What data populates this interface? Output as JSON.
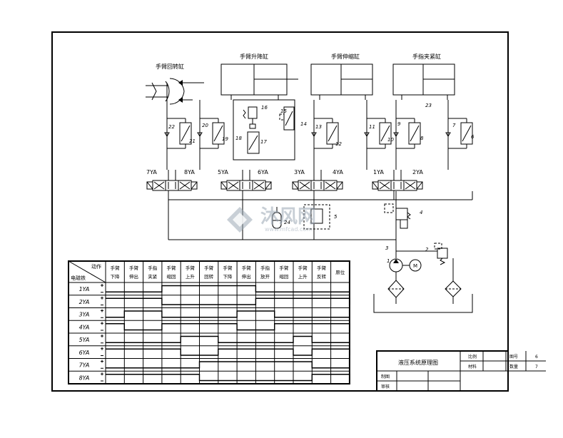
{
  "diagram": {
    "cylinders": [
      {
        "label": "手臂升降缸"
      },
      {
        "label": "手臂伸缩缸"
      },
      {
        "label": "手指夹紧缸"
      }
    ],
    "rotary_actuator": {
      "label": "手臂回转缸"
    },
    "solenoids": [
      "7YA",
      "8YA",
      "5YA",
      "6YA",
      "3YA",
      "4YA",
      "1YA",
      "2YA"
    ],
    "component_numbers": [
      "1",
      "2",
      "3",
      "4",
      "5",
      "6",
      "7",
      "8",
      "9",
      "10",
      "11",
      "12",
      "13",
      "14",
      "15",
      "16",
      "17",
      "18",
      "19",
      "20",
      "21",
      "22",
      "23",
      "24"
    ],
    "watermark": {
      "brand": "沐风网",
      "url": "www.mfcad.com"
    }
  },
  "sequence_table": {
    "corner_top": "动作",
    "corner_bottom": "电磁铁",
    "actions": [
      [
        "手臂",
        "下降"
      ],
      [
        "手臂",
        "伸出"
      ],
      [
        "手指",
        "夹紧"
      ],
      [
        "手臂",
        "缩回"
      ],
      [
        "手臂",
        "上升"
      ],
      [
        "手臂",
        "回转"
      ],
      [
        "手臂",
        "下降"
      ],
      [
        "手臂",
        "伸出"
      ],
      [
        "手指",
        "放开"
      ],
      [
        "手臂",
        "缩回"
      ],
      [
        "手臂",
        "上升"
      ],
      [
        "手臂",
        "反转"
      ],
      [
        "原位",
        ""
      ]
    ],
    "rows": [
      {
        "label": "1YA",
        "on": [
          [
            3,
            8
          ]
        ]
      },
      {
        "label": "2YA",
        "on": [
          [
            0,
            3
          ],
          [
            8,
            13
          ]
        ]
      },
      {
        "label": "3YA",
        "on": [
          [
            1,
            3
          ],
          [
            7,
            9
          ]
        ]
      },
      {
        "label": "4YA",
        "on": [
          [
            0,
            1
          ],
          [
            3,
            7
          ],
          [
            9,
            13
          ]
        ]
      },
      {
        "label": "5YA",
        "on": [
          [
            4,
            6
          ],
          [
            10,
            11
          ]
        ]
      },
      {
        "label": "6YA",
        "on": [
          [
            0,
            4
          ],
          [
            6,
            10
          ],
          [
            11,
            13
          ]
        ]
      },
      {
        "label": "7YA",
        "on": [
          [
            5,
            11
          ]
        ]
      },
      {
        "label": "8YA",
        "on": [
          [
            0,
            5
          ],
          [
            11,
            13
          ]
        ]
      }
    ]
  },
  "title_block": {
    "drawing_title": "液压系统原理图",
    "scale_label": "比例",
    "sheet_label": "图号",
    "sheet_value": "6",
    "material_label": "材料",
    "quantity_label": "数量",
    "quantity_value": "7",
    "drawn_label": "制图",
    "checked_label": "审核"
  }
}
